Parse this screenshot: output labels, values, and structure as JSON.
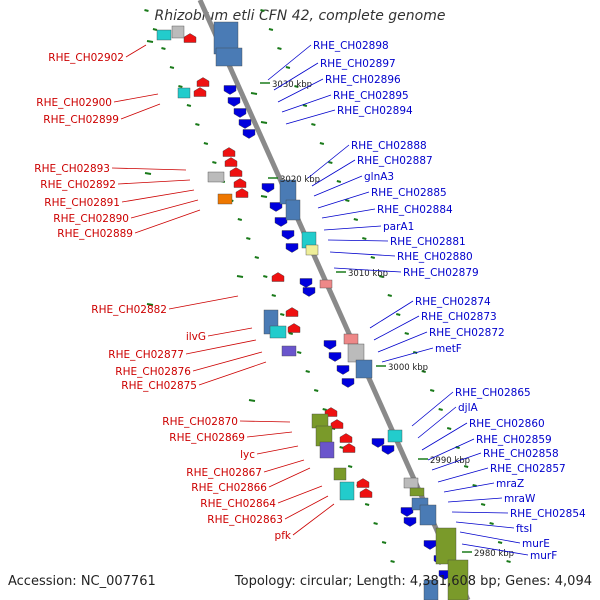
{
  "title": "Rhizobium etli CFN 42, complete genome",
  "footer": {
    "accession": "Accession: NC_007761",
    "stats": "Topology: circular; Length: 4,381,608 bp; Genes: 4,094"
  },
  "colors": {
    "backbone": "#8a8a8a",
    "forward_gene": "#0000dd",
    "reverse_gene": "#ee1111",
    "label_left": "#cc0000",
    "label_right": "#0000cc",
    "tick": "#1a7a1a",
    "cds_blue": "#4a7bb5",
    "cds_cyan": "#22cccc",
    "cds_olive": "#7a9a2a",
    "cds_gray": "#bbbbbb",
    "cds_orange": "#ee7700",
    "cds_purple": "#6a55cc",
    "cds_pink": "#ee8888",
    "cds_yellow": "#eeee99"
  },
  "kbp_markers": [
    "3030 kbp",
    "3020 kbp",
    "3010 kbp",
    "3000 kbp",
    "2990 kbp",
    "2980 kbp"
  ],
  "left_labels": [
    "RHE_CH02902",
    "RHE_CH02900",
    "RHE_CH02899",
    "RHE_CH02893",
    "RHE_CH02892",
    "RHE_CH02891",
    "RHE_CH02890",
    "RHE_CH02889",
    "RHE_CH02882",
    "ilvG",
    "RHE_CH02877",
    "RHE_CH02876",
    "RHE_CH02875",
    "RHE_CH02870",
    "RHE_CH02869",
    "lyc",
    "RHE_CH02867",
    "RHE_CH02866",
    "RHE_CH02864",
    "RHE_CH02863",
    "pfk"
  ],
  "right_labels": [
    "RHE_CH02898",
    "RHE_CH02897",
    "RHE_CH02896",
    "RHE_CH02895",
    "RHE_CH02894",
    "RHE_CH02888",
    "RHE_CH02887",
    "glnA3",
    "RHE_CH02885",
    "RHE_CH02884",
    "parA1",
    "RHE_CH02881",
    "RHE_CH02880",
    "RHE_CH02879",
    "RHE_CH02874",
    "RHE_CH02873",
    "RHE_CH02872",
    "metF",
    "RHE_CH02865",
    "djlA",
    "RHE_CH02860",
    "RHE_CH02859",
    "RHE_CH02858",
    "RHE_CH02857",
    "mraZ",
    "mraW",
    "RHE_CH02854",
    "ftsI",
    "murE",
    "murF"
  ]
}
